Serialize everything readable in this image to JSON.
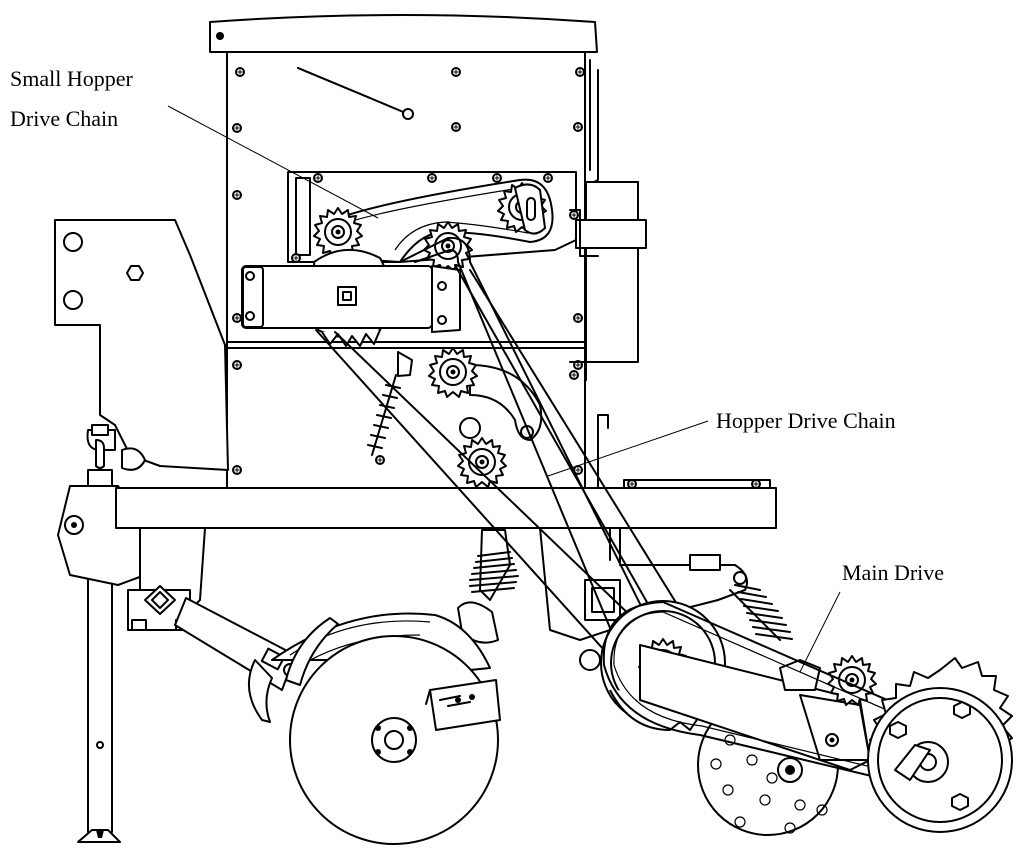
{
  "diagram": {
    "labels": {
      "small_hopper_line1": "Small Hopper",
      "small_hopper_line2": "Drive Chain",
      "hopper_drive_chain": "Hopper Drive Chain",
      "main_drive": "Main Drive"
    },
    "colors": {
      "stroke": "#000000",
      "background": "#ffffff"
    }
  }
}
